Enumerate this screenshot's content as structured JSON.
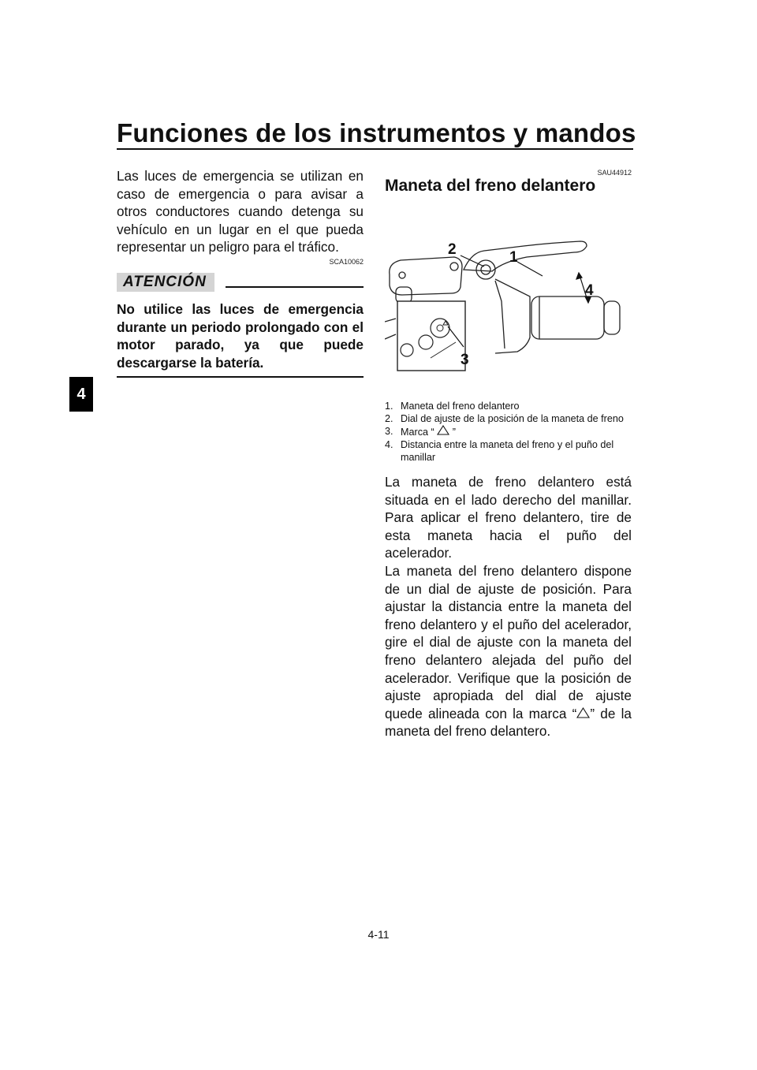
{
  "header": {
    "title": "Funciones de los instrumentos y mandos"
  },
  "chapter_tab": "4",
  "left_column": {
    "intro": "Las luces de emergencia se utilizan en caso de emergencia o para avisar a otros conductores cuando detenga su vehículo en un lugar en el que pueda representar un peligro para el tráfico.",
    "code": "SCA10062",
    "attention_label": "ATENCIÓN",
    "attention_text": "No utilice las luces de emergencia durante un periodo prolongado con el motor parado, ya que puede descargarse la batería."
  },
  "right_column": {
    "code": "SAU44912",
    "section_title": "Maneta del freno delantero",
    "figure_callouts": [
      "1",
      "2",
      "3",
      "4"
    ],
    "captions": [
      {
        "num": "1.",
        "text": "Maneta del freno delantero"
      },
      {
        "num": "2.",
        "text": "Dial de ajuste de la posición de la maneta de freno"
      },
      {
        "num": "3.",
        "text_before": "Marca “",
        "text_after": "”"
      },
      {
        "num": "4.",
        "text": "Distancia entre la maneta del freno y el puño del manillar"
      }
    ],
    "paragraph1": "La maneta de freno delantero está situada en el lado derecho del manillar. Para aplicar el freno delantero, tire de esta maneta hacia el puño del acelerador.",
    "paragraph2_before": "La maneta del freno delantero dispone de un dial de ajuste de posición. Para ajustar la distancia entre la maneta del freno delantero y el puño del acelerador, gire el dial de ajuste con la maneta del freno delantero alejada del puño del acelerador. Verifique que la posición de ajuste apropiada del dial de ajuste quede alineada con la marca “",
    "paragraph2_after": "” de la maneta del freno delantero."
  },
  "page_number": "4-11"
}
